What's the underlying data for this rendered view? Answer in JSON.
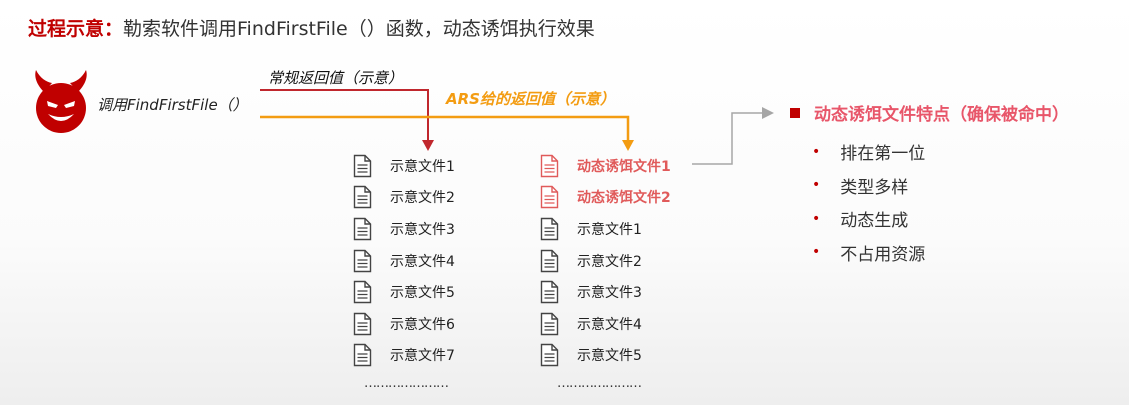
{
  "header": {
    "label": "过程示意：",
    "text": "勒索软件调用FindFirstFile（）函数，动态诱饵执行效果"
  },
  "call": {
    "label": "调用FindFirstFile（）",
    "icon": "devil-icon",
    "icon_color": "#c00000"
  },
  "arrows": {
    "normal_label": "常规返回值（示意）",
    "normal_color": "#c0272d",
    "ars_label": "ARS给的返回值（示意）",
    "ars_color": "#f39c12"
  },
  "normal_files": {
    "items": [
      "示意文件1",
      "示意文件2",
      "示意文件3",
      "示意文件4",
      "示意文件5",
      "示意文件6",
      "示意文件7"
    ],
    "more": "…………………"
  },
  "ars_files": {
    "bait_items": [
      "动态诱饵文件1",
      "动态诱饵文件2"
    ],
    "items": [
      "示意文件1",
      "示意文件2",
      "示意文件3",
      "示意文件4",
      "示意文件5"
    ],
    "more": "…………………",
    "bait_color": "#e05a5a"
  },
  "features": {
    "title": "动态诱饵文件特点（确保被命中）",
    "items": [
      "排在第一位",
      "类型多样",
      "动态生成",
      "不占用资源"
    ],
    "accent": "#c00000"
  }
}
